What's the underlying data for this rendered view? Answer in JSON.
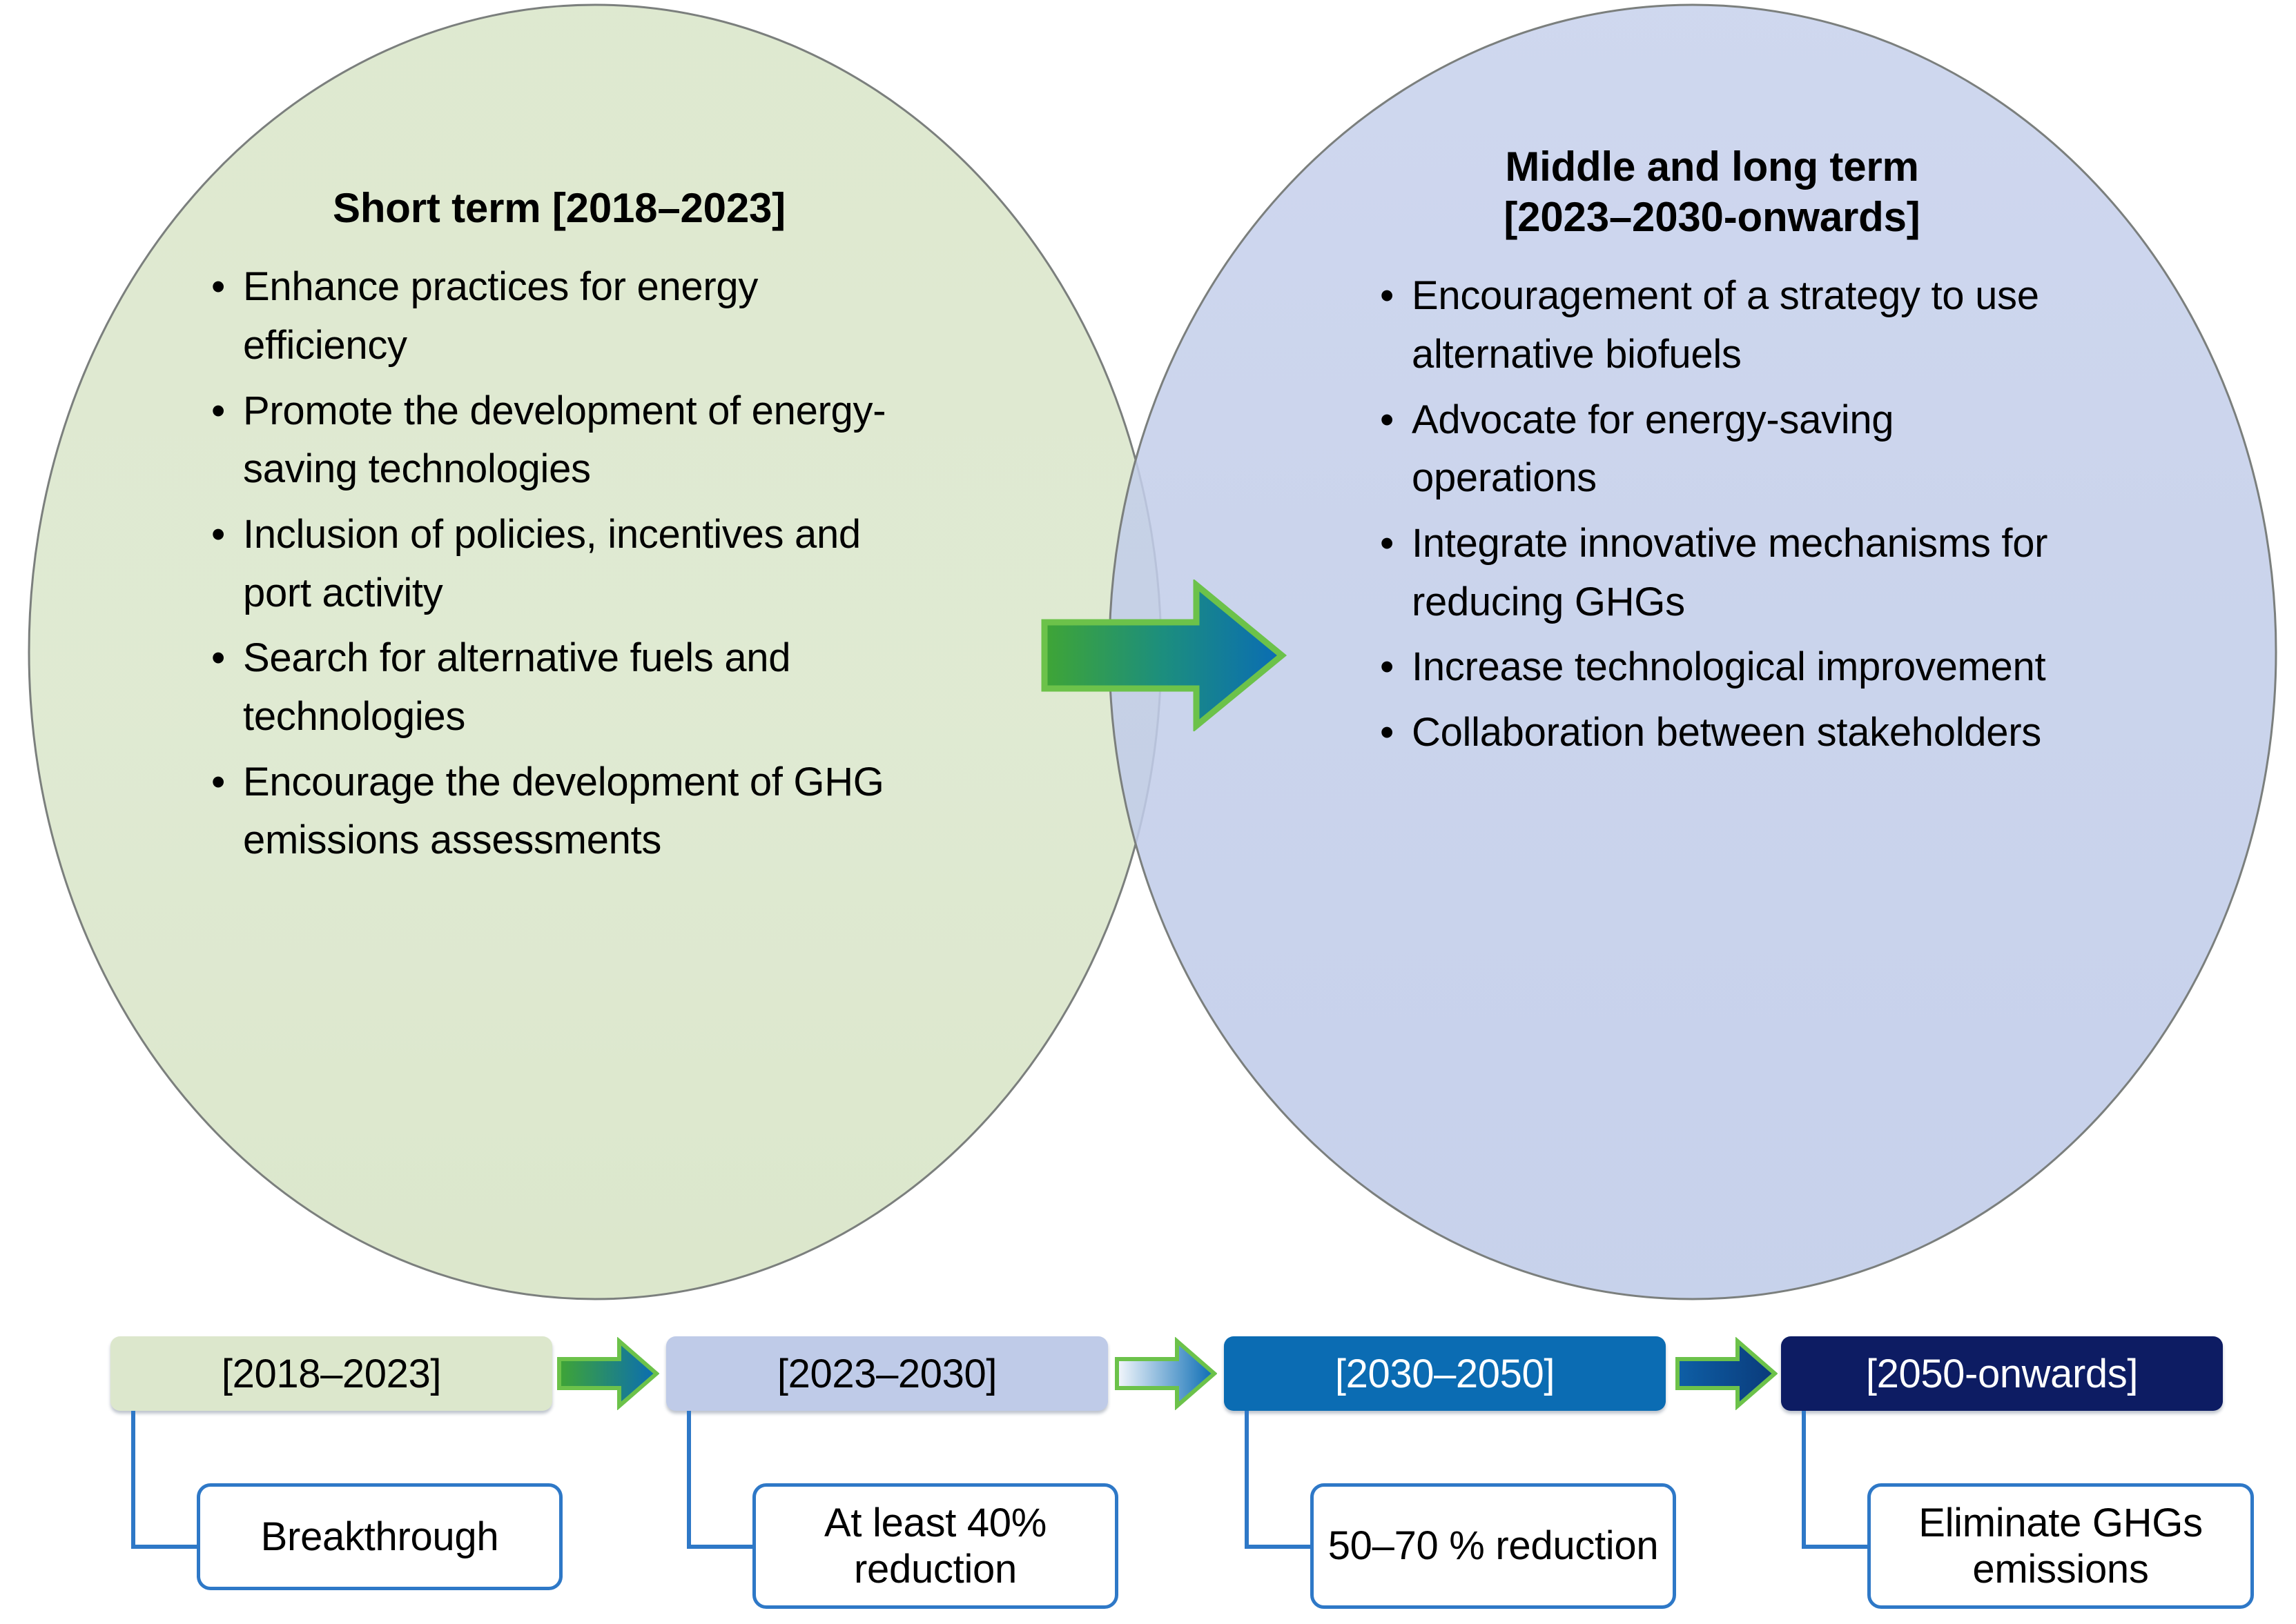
{
  "figure": {
    "type": "venn-roadmap-diagram",
    "background_color": "#FFFFFF"
  },
  "venn": {
    "left_circle": {
      "name": "short-term-circle",
      "fill_color": "#DCE7CC",
      "stroke_color": "#7F7F7F",
      "title": "Short term [2018–2023]",
      "bullets": [
        "Enhance practices for energy efficiency",
        "Promote the development of energy-saving technologies",
        "Inclusion of policies, incentives and port activity",
        "Search for alternative fuels and technologies",
        "Encourage the development of GHG emissions assessments"
      ]
    },
    "right_circle": {
      "name": "middle-long-term-circle",
      "fill_color": "#C3CEE9",
      "stroke_color": "#7F7F7F",
      "title_line1": "Middle and long term",
      "title_line2": "[2023–2030-onwards]",
      "bullets": [
        "Encouragement of a strategy to use alternative biofuels",
        "Advocate for energy-saving operations",
        "Integrate innovative mechanisms for reducing GHGs",
        "Increase technological improvement",
        "Collaboration between stakeholders"
      ]
    },
    "center_arrow": {
      "name": "transition-arrow",
      "direction": "right",
      "gradient_start": "#3FA535",
      "gradient_end": "#0A6CB4",
      "outline_color": "#6CC24A"
    }
  },
  "timeline": {
    "stages": [
      {
        "label": "[2018–2023]",
        "fill_color": "#DCE7CC",
        "text_color": "#000000",
        "callout": "Breakthrough"
      },
      {
        "label": "[2023–2030]",
        "fill_color": "#BFCBE8",
        "text_color": "#000000",
        "callout": "At least 40% reduction"
      },
      {
        "label": "[2030–2050]",
        "fill_color": "#0B6CB3",
        "text_color": "#FFFFFF",
        "callout": "50–70 % reduction"
      },
      {
        "label": "[2050-onwards]",
        "fill_color": "#0D1C63",
        "text_color": "#FFFFFF",
        "callout": "Eliminate GHGs emissions"
      }
    ],
    "arrows": [
      {
        "name": "stage-arrow-1",
        "gradient_start": "#3FA535",
        "gradient_end": "#0A6CB4",
        "outline_color": "#6CC24A"
      },
      {
        "name": "stage-arrow-2",
        "gradient_start": "#F2F5FB",
        "gradient_end": "#0A6CB4",
        "outline_color": "#6CC24A"
      },
      {
        "name": "stage-arrow-3",
        "gradient_start": "#0E5FA6",
        "gradient_end": "#0A3A7A",
        "outline_color": "#6CC24A"
      }
    ],
    "connector_color": "#2E78C7",
    "callout_border_color": "#2E78C7",
    "callout_fill_color": "#FFFFFF"
  }
}
